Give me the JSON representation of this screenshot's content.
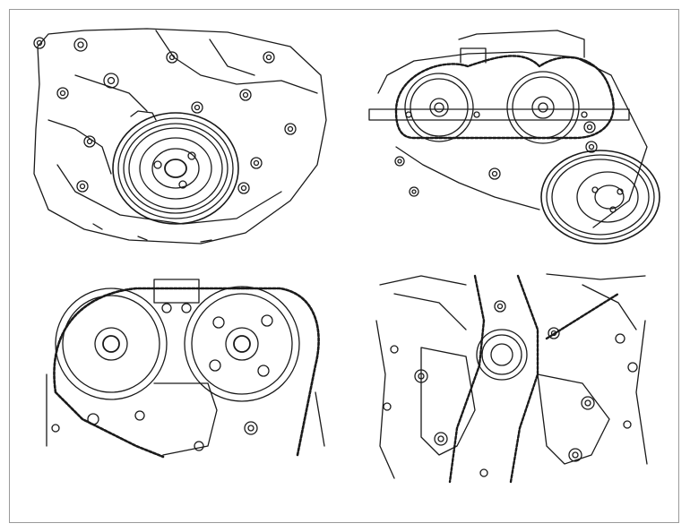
{
  "figure": {
    "panels": [
      {
        "id": "p1",
        "subject": "crankshaft-pulley-on-front-cover"
      },
      {
        "id": "p2",
        "subject": "timing-chain-with-crankshaft-pulley"
      },
      {
        "id": "p3",
        "subject": "camshaft-sprockets-and-chain"
      },
      {
        "id": "p4",
        "subject": "crankshaft-sprocket-and-chain-guides"
      }
    ],
    "colors": {
      "line": "#1a1a1a",
      "frame": "#9a9a9a",
      "paper": "#ffffff"
    }
  }
}
